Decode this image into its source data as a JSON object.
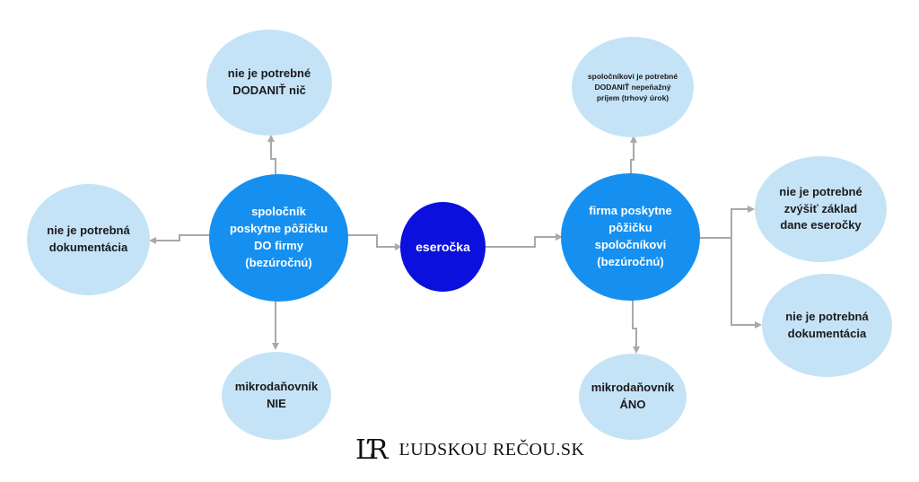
{
  "nodes": {
    "lender_to_firm": "spoločník\nposkytne pôžičku\nDO firmy\n(bezúročnú)",
    "left_top": "nie je potrebné\nDODANIŤ nič",
    "left_side": "nie je potrebná\ndokumentácia",
    "left_bottom": "mikrodaňovník\nNIE",
    "center": "eseročka",
    "firm_to_partner": "firma poskytne\npôžičku\nspoločníkovi\n(bezúročnú)",
    "right_top": "spoločníkovi je potrebné\nDODANIŤ nepeňažný\npríjem (trhový úrok)",
    "right_side_top": "nie je potrebné\nzvýšiť základ\ndane eseročky",
    "right_side_bottom": "nie je potrebná\ndokumentácia",
    "right_bottom": "mikrodaňovník\nÁNO"
  },
  "logo": {
    "mark": "ĽR",
    "text": "ĽUDSKOU REČOU.SK"
  },
  "colors": {
    "light_node": "#c5e3f7",
    "mid_node": "#1690f0",
    "dark_node": "#0b10dd",
    "connector": "#a9a9a9"
  }
}
